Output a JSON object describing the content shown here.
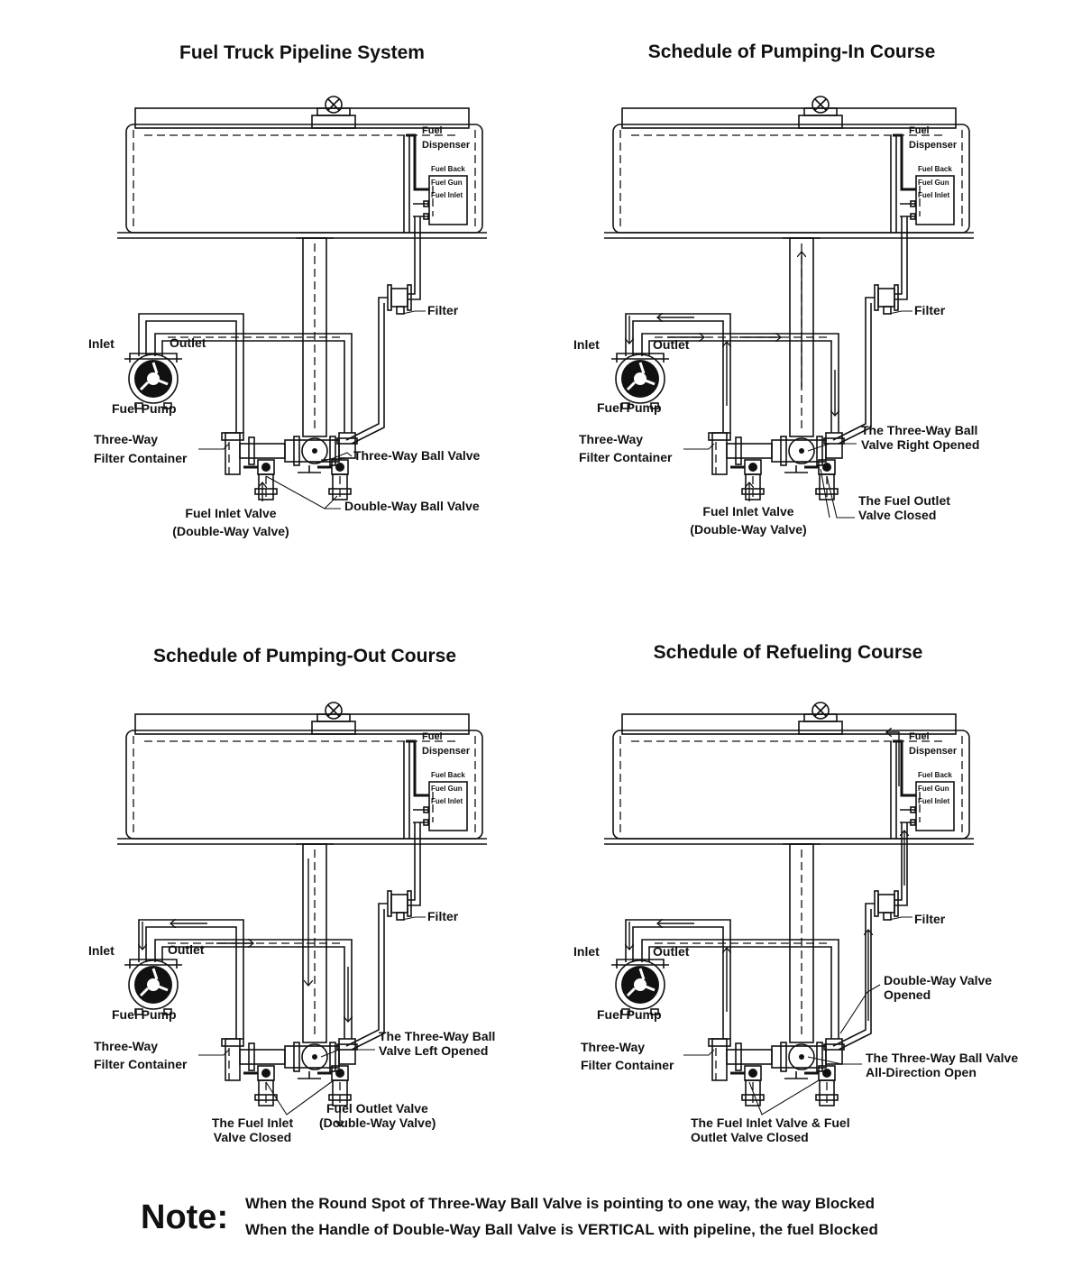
{
  "panels": [
    {
      "title": "Fuel Truck Pipeline System",
      "labels": {
        "dispenser_l1": "Fuel",
        "dispenser_l2": "Dispenser",
        "fuel_back": "Fuel Back",
        "fuel_gun": "Fuel Gun",
        "fuel_inlet_port": "Fuel Inlet",
        "filter": "Filter",
        "inlet": "Inlet",
        "outlet": "Outlet",
        "fuel_pump": "Fuel Pump",
        "filter_container_l1": "Three-Way",
        "filter_container_l2": "Filter Container"
      },
      "callouts": [
        {
          "l1": "Three-Way Ball Valve",
          "l2": ""
        },
        {
          "l1": "Double-Way Ball Valve",
          "l2": ""
        },
        {
          "l1": "Fuel Inlet Valve",
          "l2": "(Double-Way Valve)"
        }
      ]
    },
    {
      "title": "Schedule of Pumping-In Course",
      "labels": {
        "dispenser_l1": "Fuel",
        "dispenser_l2": "Dispenser",
        "fuel_back": "Fuel Back",
        "fuel_gun": "Fuel Gun",
        "fuel_inlet_port": "Fuel Inlet",
        "filter": "Filter",
        "inlet": "Inlet",
        "outlet": "Outlet",
        "fuel_pump": "Fuel Pump",
        "filter_container_l1": "Three-Way",
        "filter_container_l2": "Filter Container"
      },
      "callouts": [
        {
          "l1": "The Three-Way Ball",
          "l2": "Valve Right Opened"
        },
        {
          "l1": "The Fuel Outlet",
          "l2": "Valve Closed"
        },
        {
          "l1": "Fuel Inlet Valve",
          "l2": "(Double-Way Valve)"
        }
      ]
    },
    {
      "title": "Schedule of Pumping-Out Course",
      "labels": {
        "dispenser_l1": "Fuel",
        "dispenser_l2": "Dispenser",
        "fuel_back": "Fuel Back",
        "fuel_gun": "Fuel Gun",
        "fuel_inlet_port": "Fuel Inlet",
        "filter": "Filter",
        "inlet": "Inlet",
        "outlet": "Outlet",
        "fuel_pump": "Fuel Pump",
        "filter_container_l1": "Three-Way",
        "filter_container_l2": "Filter Container"
      },
      "callouts": [
        {
          "l1": "The Three-Way Ball",
          "l2": "Valve Left Opened"
        },
        {
          "l1": "Fuel Outlet Valve",
          "l2": "(Double-Way Valve)"
        },
        {
          "l1": "The Fuel Inlet",
          "l2": "Valve Closed"
        }
      ]
    },
    {
      "title": "Schedule of Refueling Course",
      "labels": {
        "dispenser_l1": "Fuel",
        "dispenser_l2": "Dispenser",
        "fuel_back": "Fuel Back",
        "fuel_gun": "Fuel Gun",
        "fuel_inlet_port": "Fuel Inlet",
        "filter": "Filter",
        "inlet": "Inlet",
        "outlet": "Outlet",
        "fuel_pump": "Fuel Pump",
        "filter_container_l1": "Three-Way",
        "filter_container_l2": "Filter Container"
      },
      "callouts": [
        {
          "l1": "Double-Way Valve",
          "l2": "Opened"
        },
        {
          "l1": "The Three-Way Ball Valve",
          "l2": "All-Direction Open"
        },
        {
          "l1": "The Fuel Inlet Valve & Fuel",
          "l2": "Outlet Valve Closed"
        }
      ]
    }
  ],
  "note": {
    "heading": "Note:",
    "line1": "When the Round Spot of Three-Way Ball Valve is pointing to one way, the way Blocked",
    "line2": "When the Handle of Double-Way Ball Valve is VERTICAL with pipeline, the fuel Blocked"
  }
}
